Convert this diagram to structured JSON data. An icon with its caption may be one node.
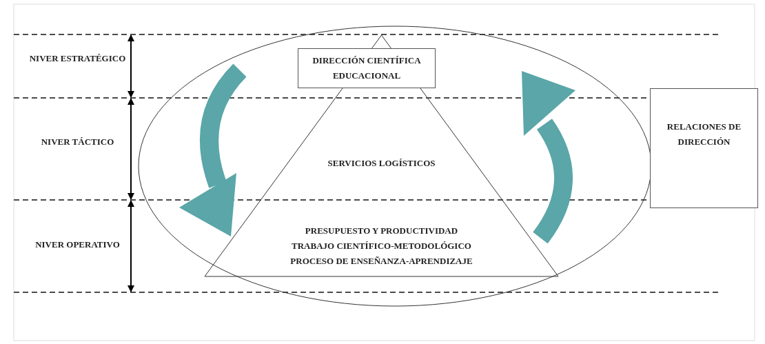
{
  "diagram": {
    "nodes": [
      {
        "text": [],
        "shape": "ellipse"
      },
      {
        "text": [
          "SERVICIOS LOGÍSTICOS",
          "PRESUPUESTO Y PRODUCTIVIDAD",
          "TRABAJO CIENTÍFICO-METODOLÓGICO",
          "PROCESO DE ENSEÑANZA-APRENDIZAJE"
        ],
        "in": 0
      },
      {
        "text": [
          "DIRECCIÓN CIENTÍFICA EDUCACIONAL"
        ],
        "in": 1
      },
      {
        "text": [
          "RELACIONES DE DIRECCIÓN"
        ]
      }
    ],
    "labels": [
      "NIVER ESTRATÉGICO",
      "NIVER TÁCTICO",
      "NIVER OPERATIVO"
    ]
  }
}
